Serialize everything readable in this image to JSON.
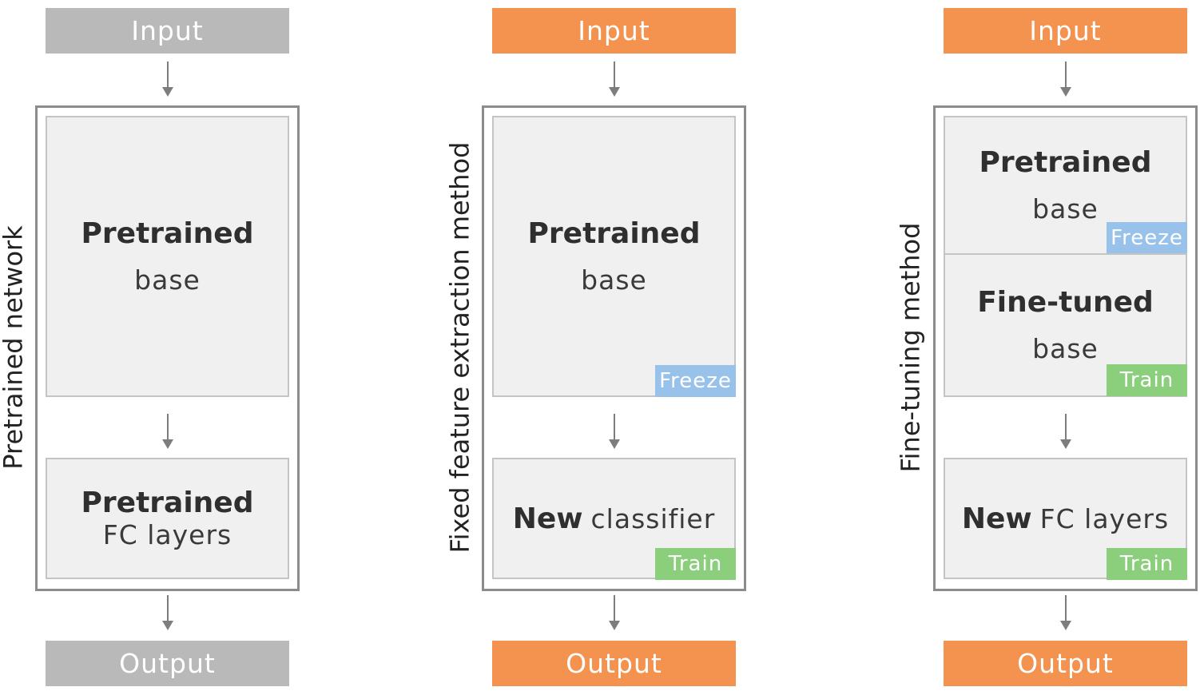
{
  "colors": {
    "gray_io": "#b9b9b9",
    "orange_io": "#f4934f",
    "freeze": "#99c2ea",
    "train": "#8bcf7d",
    "block_bg": "#f0f0f0",
    "frame": "#8c8c8c"
  },
  "panels": [
    {
      "side_label": "Pretrained network",
      "input": "Input",
      "output": "Output",
      "top_block": {
        "bold": "Pretrained",
        "regular": "base"
      },
      "bottom_block": {
        "bold": "Pretrained",
        "regular": "FC layers"
      }
    },
    {
      "side_label": "Fixed feature extraction method",
      "input": "Input",
      "output": "Output",
      "top_block": {
        "bold": "Pretrained",
        "regular": "base",
        "tag": "Freeze"
      },
      "bottom_block": {
        "bold": "New",
        "regular": "classifier",
        "tag": "Train"
      }
    },
    {
      "side_label": "Fine-tuning method",
      "input": "Input",
      "output": "Output",
      "top_block": {
        "bold": "Pretrained",
        "regular": "base",
        "tag": "Freeze"
      },
      "middle_block": {
        "bold": "Fine-tuned",
        "regular": "base",
        "tag": "Train"
      },
      "bottom_block": {
        "bold": "New",
        "regular": "FC layers",
        "tag": "Train"
      }
    }
  ]
}
